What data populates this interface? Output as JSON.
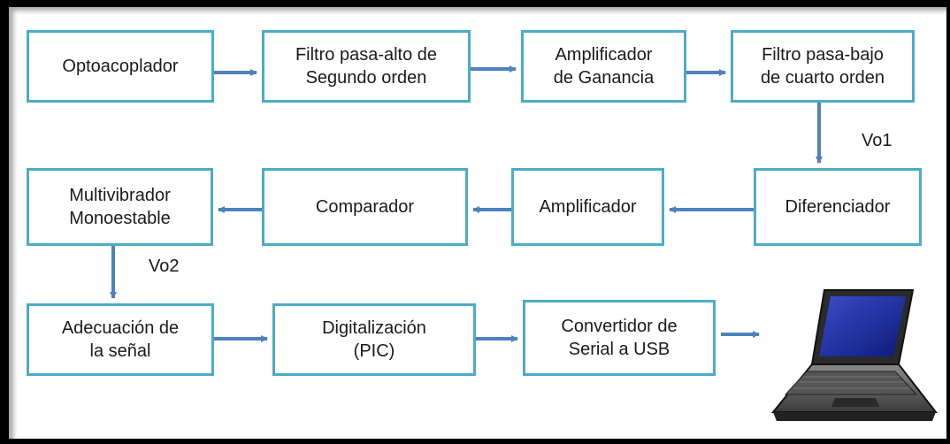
{
  "blocks": {
    "optoacoplador": [
      "Optoacoplador"
    ],
    "filtro_alto": [
      "Filtro pasa-alto de",
      "Segundo orden"
    ],
    "amp_ganancia": [
      "Amplificador",
      "de Ganancia"
    ],
    "filtro_bajo": [
      "Filtro pasa-bajo",
      "de cuarto orden"
    ],
    "diferenciador": [
      "Diferenciador"
    ],
    "amplificador": [
      "Amplificador"
    ],
    "comparador": [
      "Comparador"
    ],
    "multivibrador": [
      "Multivibrador",
      "Monoestable"
    ],
    "adecuacion": [
      "Adecuación de",
      "la señal"
    ],
    "digitalizacion": [
      "Digitalización",
      "(PIC)"
    ],
    "convertidor": [
      "Convertidor de",
      "Serial a USB"
    ]
  },
  "labels": {
    "vo1": "Vo1",
    "vo2": "Vo2"
  },
  "colors": {
    "block_border": "#4bacc6",
    "arrow": "#4f81bd",
    "frame": "#000000"
  },
  "icons": {
    "computer": "laptop-icon"
  }
}
